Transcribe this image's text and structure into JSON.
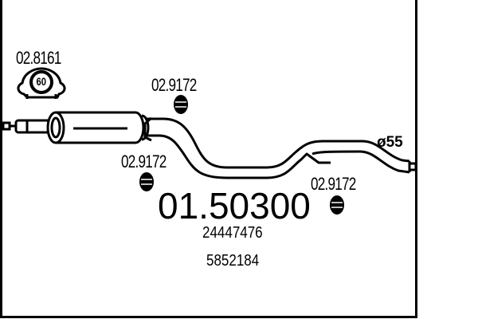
{
  "diagram": {
    "main_part_number": "01.50300",
    "oem_numbers": [
      "24447476",
      "5852184"
    ],
    "diameter_label": "ø55",
    "components": [
      {
        "id": "mounting-ring",
        "part_number": "02.8161",
        "badge": "60"
      },
      {
        "id": "hanger-top",
        "part_number": "02.9172"
      },
      {
        "id": "hanger-left",
        "part_number": "02.9172"
      },
      {
        "id": "hanger-right",
        "part_number": "02.9172"
      }
    ]
  },
  "colors": {
    "line": "#000000",
    "background": "#ffffff"
  }
}
